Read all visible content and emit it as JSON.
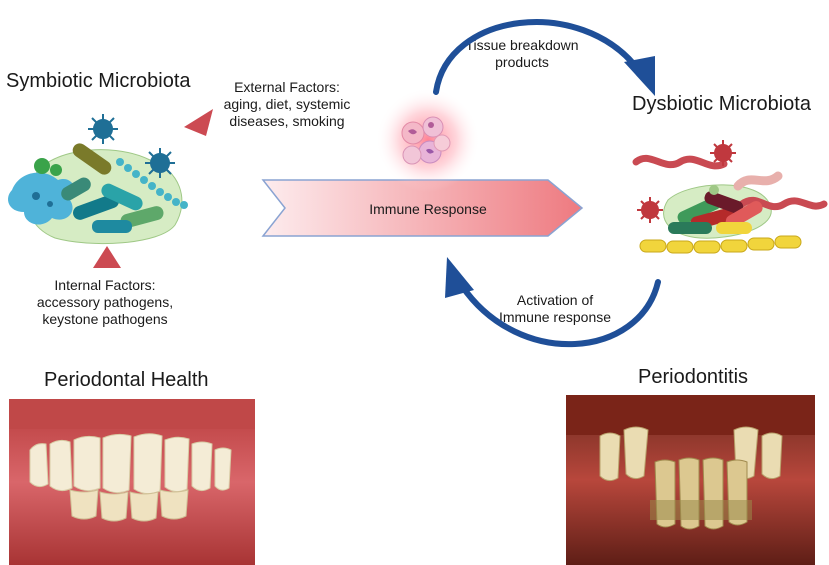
{
  "symbiotic": {
    "title": "Symbiotic Microbiota"
  },
  "dysbiotic": {
    "title": "Dysbiotic Microbiota"
  },
  "external_factors": {
    "lines": [
      "External Factors:",
      "aging, diet, systemic",
      "diseases, smoking"
    ]
  },
  "internal_factors": {
    "lines": [
      "Internal Factors:",
      "accessory pathogens,",
      "keystone pathogens"
    ]
  },
  "immune_banner": {
    "label": "Immune Response"
  },
  "cycle_top": {
    "lines": [
      "Tissue breakdown",
      "products"
    ]
  },
  "cycle_bottom": {
    "lines": [
      "Activation of",
      "Immune response"
    ]
  },
  "health_photo": {
    "title": "Periodontal Health"
  },
  "disease_photo": {
    "title": "Periodontitis"
  },
  "colors": {
    "arrow_blue": "#1f4f98",
    "triangle_red": "#cc4a52",
    "banner_left": "#fde8ea",
    "banner_right": "#ee7a80",
    "banner_border": "#8aa3d2"
  }
}
